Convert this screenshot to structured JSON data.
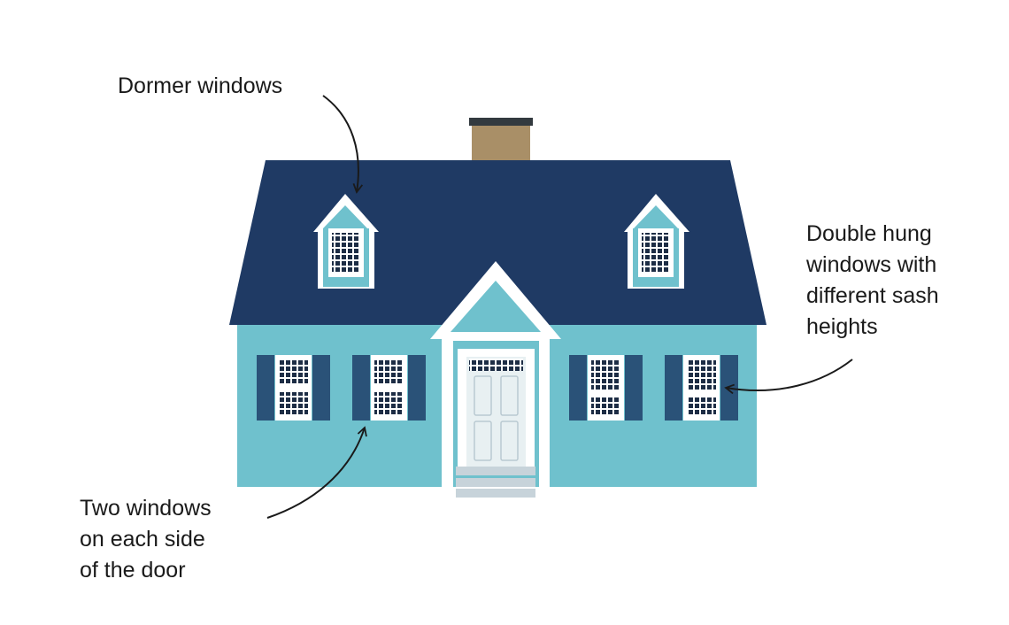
{
  "annotations": {
    "dormer": [
      "Dormer windows"
    ],
    "double_hung": [
      "Double hung",
      "windows with",
      "different sash",
      "heights"
    ],
    "two_windows": [
      "Two windows",
      "on each side",
      "of the door"
    ]
  },
  "colors": {
    "roof": "#1f3a64",
    "siding": "#6fc1cd",
    "chimney": "#a98f67",
    "chimney_cap": "#333a3f",
    "shutter": "#2a5278",
    "trim": "#ffffff",
    "pane": "#1d2d45",
    "door": "#e8f0f2",
    "steps": "#c7d3da",
    "ink": "#1a1a1a"
  }
}
